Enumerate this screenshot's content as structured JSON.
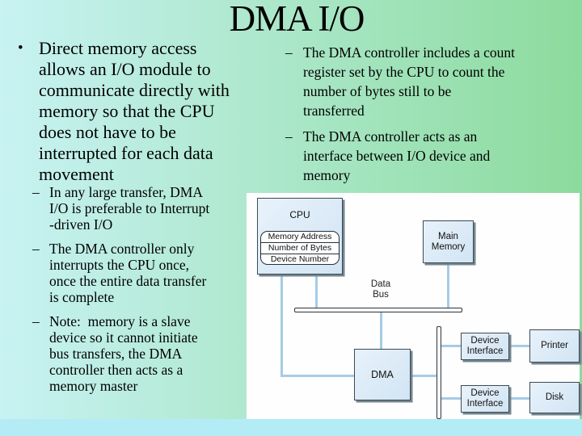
{
  "slide": {
    "title": "DMA I/O",
    "main_bullet": {
      "marker": "•",
      "lines": [
        "Direct memory access",
        "allows an I/O module to",
        "communicate directly with",
        "memory so that the CPU",
        "does not have to be",
        "interrupted for each data",
        "movement"
      ]
    },
    "sub_bullets": [
      {
        "marker": "–",
        "lines": [
          "In any large transfer, DMA",
          "I/O is preferable to Interrupt",
          "-driven I/O"
        ]
      },
      {
        "marker": "–",
        "lines": [
          "The DMA controller only",
          "interrupts the CPU once,",
          "once the entire data transfer",
          "is complete"
        ]
      },
      {
        "marker": "–",
        "lines": [
          "Note:  memory is a slave",
          "device so it cannot initiate",
          "bus transfers, the DMA",
          "controller then acts as a",
          "memory master"
        ]
      }
    ],
    "right_bullets": [
      {
        "marker": "–",
        "lines": [
          "The DMA controller includes a count",
          "register set by the CPU to count the",
          "number of bytes still to be",
          "transferred"
        ]
      },
      {
        "marker": "–",
        "lines": [
          "The DMA controller acts as an",
          "interface between I/O device and",
          "memory"
        ]
      }
    ]
  },
  "diagram": {
    "cpu": {
      "label": "CPU",
      "registers": [
        "Memory Address",
        "Number of Bytes",
        "Device Number"
      ]
    },
    "main_memory": {
      "lines": [
        "Main",
        "Memory"
      ]
    },
    "data_bus": {
      "lines": [
        "Data",
        "Bus"
      ]
    },
    "dma": {
      "label": "DMA"
    },
    "device_interface_top": {
      "lines": [
        "Device",
        "Interface"
      ]
    },
    "device_interface_bottom": {
      "lines": [
        "Device",
        "Interface"
      ]
    },
    "printer": {
      "label": "Printer"
    },
    "disk": {
      "label": "Disk"
    }
  },
  "colors": {
    "bg_left": "#c8f2f3",
    "bg_right": "#8cdb9d",
    "bottom_strip": "#b4ecf6",
    "panel": "#fefefe",
    "box_border": "#3c4a54",
    "box_shadow": "#74868f",
    "line": "#a6cbe5",
    "bus_fill": "#f4f6f8",
    "bus_border": "#33393d",
    "text": "#000000"
  }
}
